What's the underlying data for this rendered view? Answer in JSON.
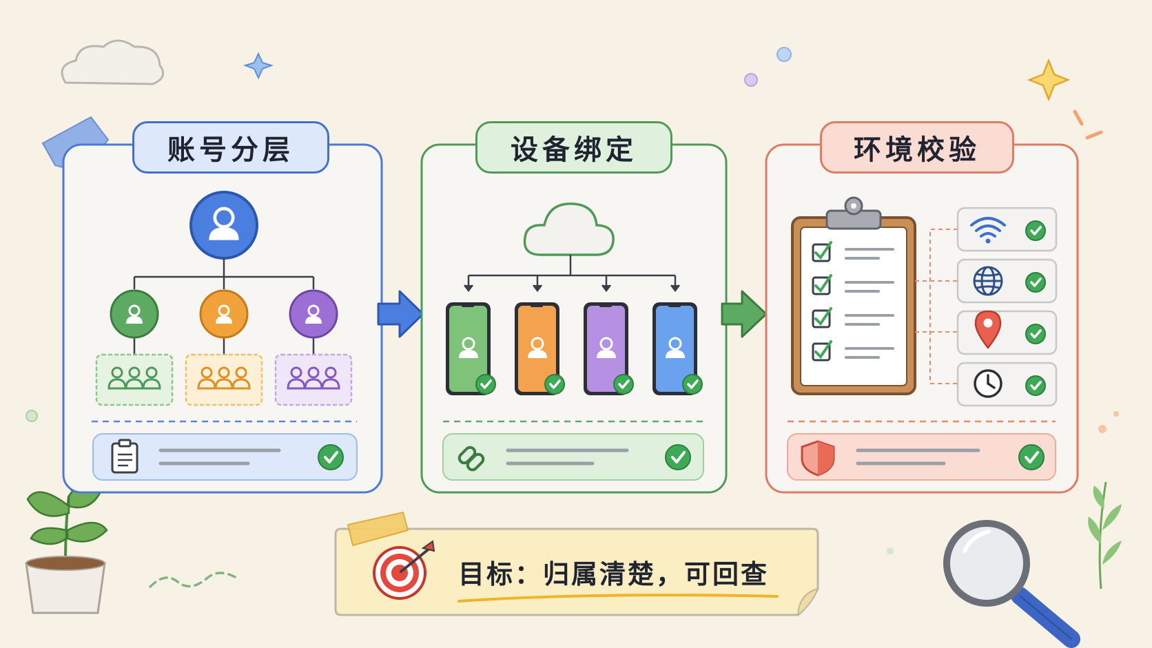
{
  "stages": [
    {
      "title": "账号分层",
      "accent": "#3f6fd0",
      "fill": "#dde8fb"
    },
    {
      "title": "设备绑定",
      "accent": "#4f9a57",
      "fill": "#dff0dd"
    },
    {
      "title": "环境校验",
      "accent": "#e07a62",
      "fill": "#fbdcd3"
    }
  ],
  "goal": {
    "text": "目标：归属清楚，可回查"
  },
  "palette": {
    "blue": "#4a7fe0",
    "green": "#5dab63",
    "orange": "#f2a23a",
    "purple": "#9b6fd3",
    "check": "#3faa55",
    "paper": "#f7f1e6"
  }
}
